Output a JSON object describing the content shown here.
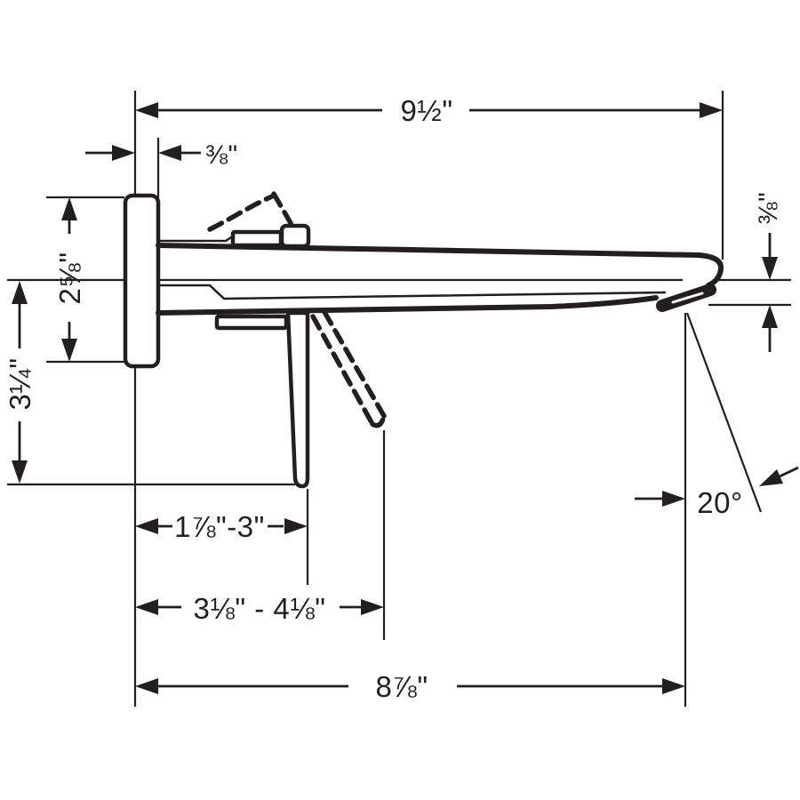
{
  "colors": {
    "ink": "#231f20",
    "background": "#ffffff"
  },
  "diagram": {
    "type": "technical-dimension-drawing",
    "subject": "wall-mounted-spout-side-view",
    "labels": {
      "top_width": "9½\"",
      "top_left_offset": "⅜\"",
      "left_inner_height": "2⅝\"",
      "left_outer_height": "3¼\"",
      "right_tip_height": "⅜\"",
      "spout_angle": "20°",
      "handle_range_upper": "1⅞\"-3\"",
      "handle_range_lower": "3⅛\" - 4⅛\"",
      "bottom_width": "8⅞\""
    }
  }
}
